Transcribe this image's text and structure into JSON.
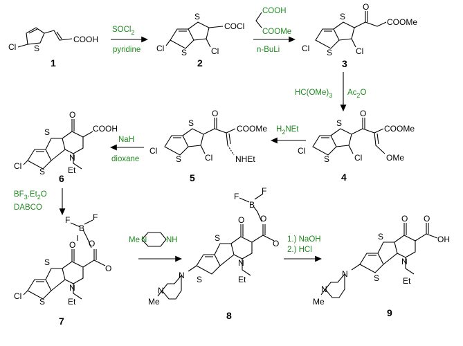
{
  "compounds": [
    "1",
    "2",
    "3",
    "4",
    "5",
    "6",
    "7",
    "8",
    "9"
  ],
  "reagents": {
    "s1_top": "SOCl2",
    "s1_bottom": "pyridine",
    "s2_top1": "COOH",
    "s2_top2": "COOMe",
    "s2_bottom": "n-BuLi",
    "s3_left": "HC(OMe)3",
    "s3_right": "Ac2O",
    "s4": "H2NEt",
    "s5_top": "NaH",
    "s5_bottom": "dioxane",
    "s6_top": "BF3.Et2O",
    "s6_bottom": "DABCO",
    "s7_reagent_label": "Me-N   NH",
    "s8_top": "1.) NaOH",
    "s8_bottom": "2.) HCl"
  },
  "atom_labels": {
    "cl": "Cl",
    "s": "S",
    "n": "N",
    "o": "O",
    "f": "F",
    "b": "B",
    "cooh": "COOH",
    "cocl": "COCl",
    "coome": "COOMe",
    "ome": "OMe",
    "nhet": "NHEt",
    "et": "Et",
    "me": "Me",
    "oh": "OH"
  }
}
